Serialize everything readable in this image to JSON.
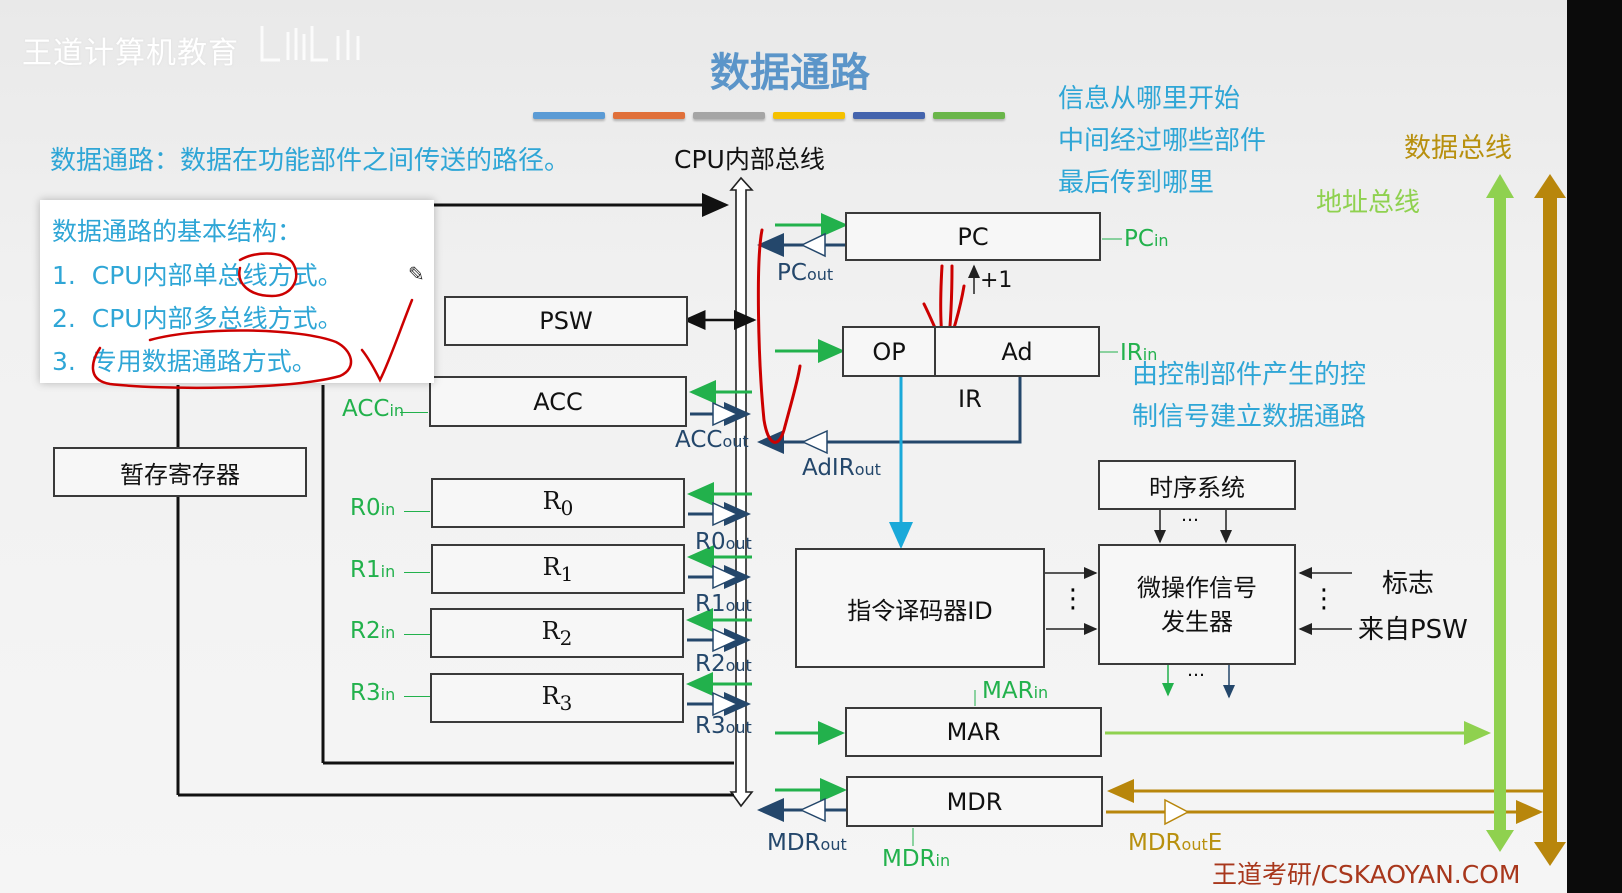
{
  "watermark": "王道计算机教育",
  "title": "数据通路",
  "title_bar_colors": [
    "#5b9bd5",
    "#e0703a",
    "#a5a5a5",
    "#f5c100",
    "#4464ad",
    "#6ab64a"
  ],
  "definition": "数据通路：数据在功能部件之间传送的路径。",
  "cpu_bus_label": "CPU内部总线",
  "info_lines": [
    "信息从哪里开始",
    "中间经过哪些部件",
    "最后传到哪里"
  ],
  "control_note_lines": [
    "由控制部件产生的控",
    "制信号建立数据通路"
  ],
  "data_bus_label": "数据总线",
  "address_bus_label": "地址总线",
  "popup": {
    "heading": "数据通路的基本结构：",
    "items": [
      {
        "num": "1.",
        "text": "CPU内部单总线方式。"
      },
      {
        "num": "2.",
        "text": "CPU内部多总线方式。"
      },
      {
        "num": "3.",
        "text": "专用数据通路方式。"
      }
    ]
  },
  "registers": {
    "psw": "PSW",
    "acc": "ACC",
    "temp": "暂存寄存器",
    "r": [
      {
        "name": "R",
        "sub": "0"
      },
      {
        "name": "R",
        "sub": "1"
      },
      {
        "name": "R",
        "sub": "2"
      },
      {
        "name": "R",
        "sub": "3"
      }
    ],
    "pc": "PC",
    "op": "OP",
    "ad": "Ad",
    "ir": "IR",
    "id": "指令译码器ID",
    "timing": "时序系统",
    "micro_line1": "微操作信号",
    "micro_line2": "发生器",
    "mar": "MAR",
    "mdr": "MDR"
  },
  "signals": {
    "acc_in": {
      "main": "ACC",
      "sub": "in"
    },
    "acc_out": {
      "main": "ACC",
      "sub": "out"
    },
    "r0_in": {
      "main": "R0",
      "sub": "in"
    },
    "r1_in": {
      "main": "R1",
      "sub": "in"
    },
    "r2_in": {
      "main": "R2",
      "sub": "in"
    },
    "r3_in": {
      "main": "R3",
      "sub": "in"
    },
    "r0_out": {
      "main": "R0",
      "sub": "out"
    },
    "r1_out": {
      "main": "R1",
      "sub": "out"
    },
    "r2_out": {
      "main": "R2",
      "sub": "out"
    },
    "r3_out": {
      "main": "R3",
      "sub": "out"
    },
    "pc_in": {
      "main": "PC",
      "sub": "in"
    },
    "pc_out": {
      "main": "PC",
      "sub": "out"
    },
    "ir_in": {
      "main": "IR",
      "sub": "in"
    },
    "adir_out": {
      "main": "AdIR",
      "sub": "out"
    },
    "mar_in": {
      "main": "MAR",
      "sub": "in"
    },
    "mdr_in": {
      "main": "MDR",
      "sub": "in"
    },
    "mdr_out": {
      "main": "MDR",
      "sub": "out"
    },
    "mdr_out_e": {
      "main": "MDR",
      "sub": "out",
      "suffix": "E"
    },
    "plus_one": "+1"
  },
  "flags_line1": "标志",
  "flags_line2": "来自PSW",
  "ellipsis_h": "…",
  "ellipsis_v": "⋮",
  "footer": "王道考研/CSKAOYAN.COM",
  "colors": {
    "signal_in": "#22b14c",
    "signal_out": "#24476b",
    "address_bus": "#8fd14f",
    "data_bus": "#b8860b",
    "annotation": "#cc0000",
    "text_blue": "#2fa6d6",
    "decode_line": "#1aa9d9"
  }
}
